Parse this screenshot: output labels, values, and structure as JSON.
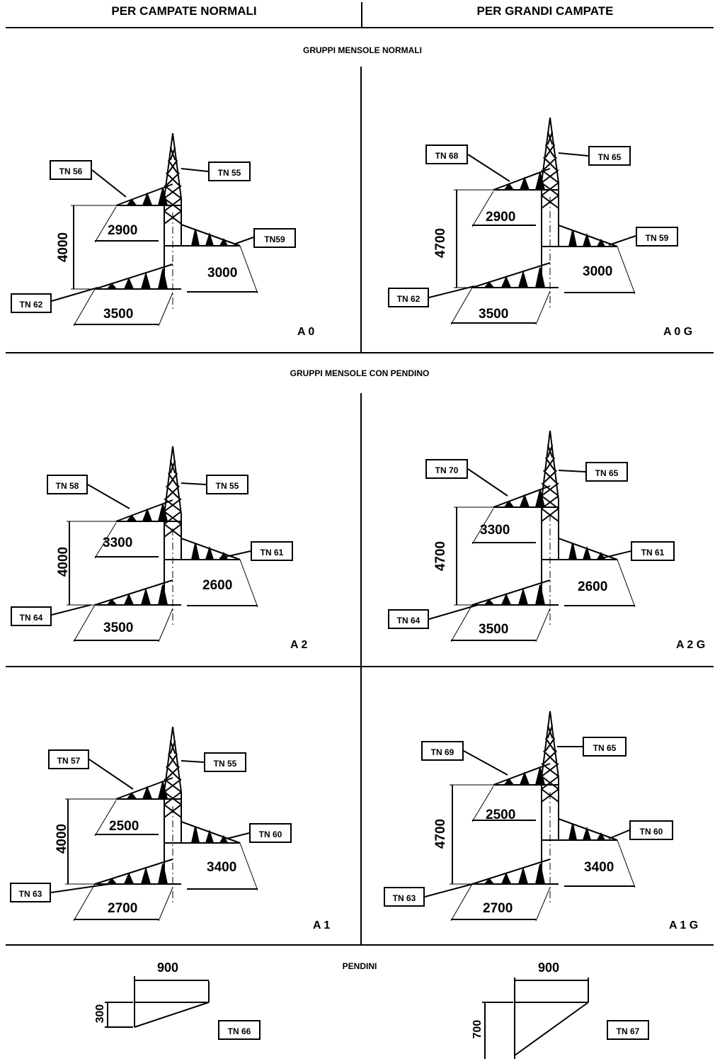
{
  "headers": {
    "left": "PER CAMPATE NORMALI",
    "right": "PER GRANDI CAMPATE"
  },
  "sections": {
    "normali": "GRUPPI MENSOLE NORMALI",
    "pendino": "GRUPPI MENSOLE CON PENDINO",
    "pendini": "PENDINI"
  },
  "panels": {
    "a0": {
      "code": "A 0",
      "top": "TN 56",
      "mast": "TN 55",
      "right": "TN59",
      "bottom": "TN 62",
      "h": "4000",
      "d_top": "2900",
      "d_right": "3000",
      "d_bottom": "3500"
    },
    "a0g": {
      "code": "A 0 G",
      "top": "TN 68",
      "mast": "TN 65",
      "right": "TN 59",
      "bottom": "TN 62",
      "h": "4700",
      "d_top": "2900",
      "d_right": "3000",
      "d_bottom": "3500"
    },
    "a2": {
      "code": "A 2",
      "top": "TN 58",
      "mast": "TN 55",
      "right": "TN 61",
      "bottom": "TN 64",
      "h": "4000",
      "d_top": "3300",
      "d_right": "2600",
      "d_bottom": "3500"
    },
    "a2g": {
      "code": "A 2 G",
      "top": "TN 70",
      "mast": "TN 65",
      "right": "TN 61",
      "bottom": "TN 64",
      "h": "4700",
      "d_top": "3300",
      "d_right": "2600",
      "d_bottom": "3500"
    },
    "a1": {
      "code": "A 1",
      "top": "TN 57",
      "mast": "TN 55",
      "right": "TN 60",
      "bottom": "TN 63",
      "h": "4000",
      "d_top": "2500",
      "d_right": "3400",
      "d_bottom": "2700"
    },
    "a1g": {
      "code": "A 1 G",
      "top": "TN 69",
      "mast": "TN 65",
      "right": "TN 60",
      "bottom": "TN 63",
      "h": "4700",
      "d_top": "2500",
      "d_right": "3400",
      "d_bottom": "2700"
    }
  },
  "pendini": {
    "left": {
      "label": "TN 66",
      "w": "900",
      "h": "300"
    },
    "right": {
      "label": "TN 67",
      "w": "900",
      "h": "700"
    }
  }
}
